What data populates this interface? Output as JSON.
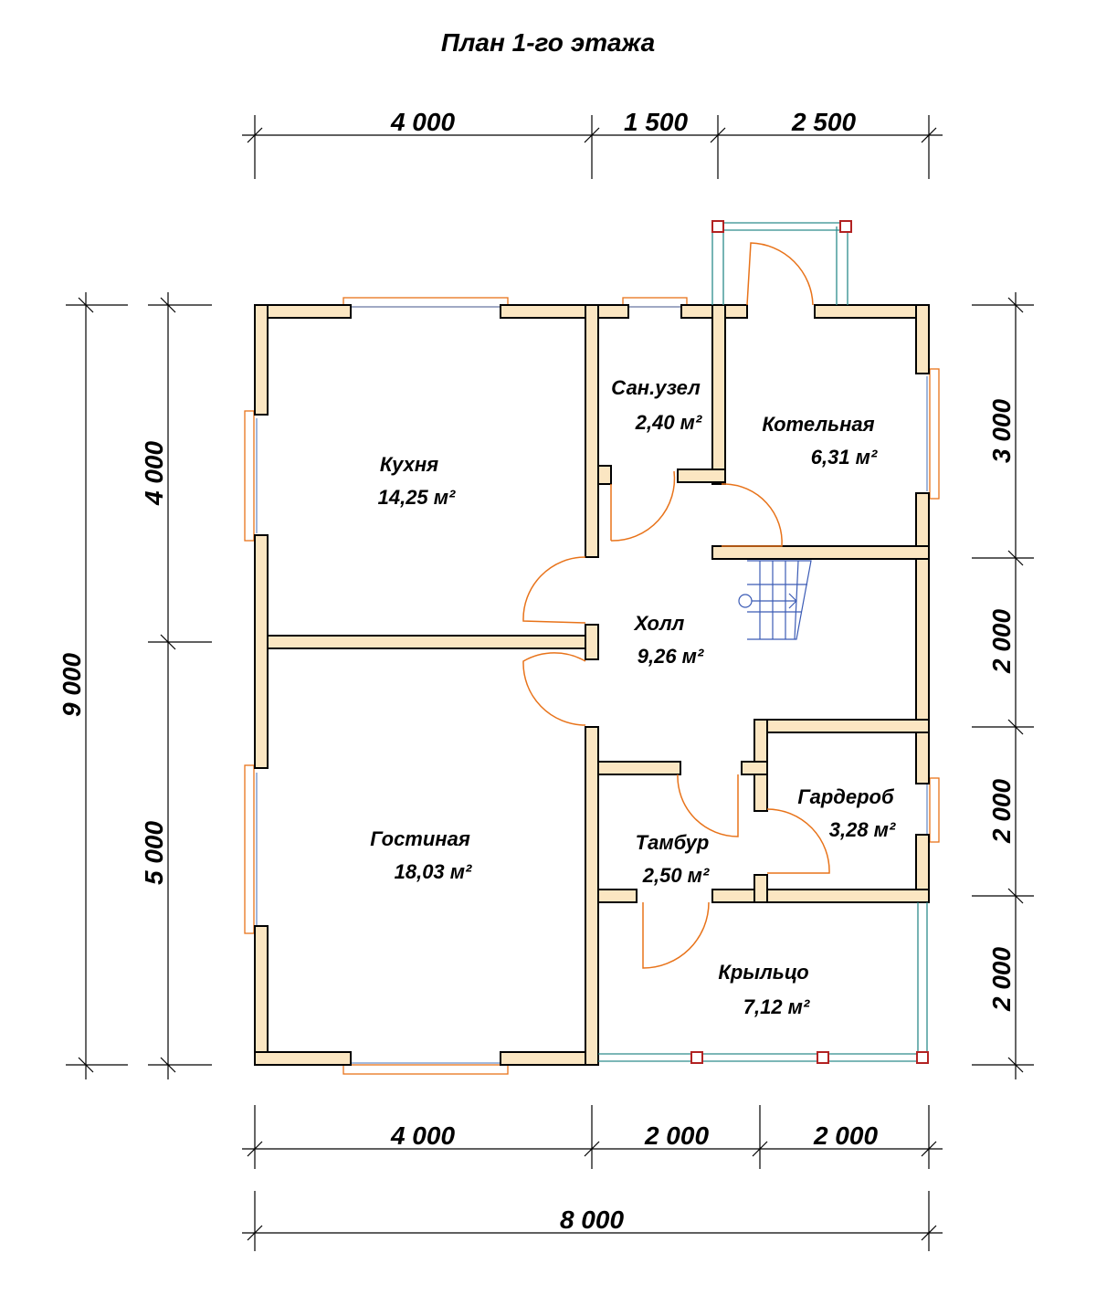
{
  "title": "План 1-го этажа",
  "dimensions": {
    "top": [
      "4 000",
      "1 500",
      "2 500"
    ],
    "bottom": [
      "4 000",
      "2 000",
      "2 000"
    ],
    "total_width": "8 000",
    "left_outer": "9 000",
    "left_inner": [
      "4 000",
      "5 000"
    ],
    "right": [
      "3 000",
      "2 000",
      "2 000",
      "2 000"
    ]
  },
  "rooms": [
    {
      "name": "Кухня",
      "area": "14,25 м²"
    },
    {
      "name": "Сан.узел",
      "area": "2,40 м²"
    },
    {
      "name": "Котельная",
      "area": "6,31 м²"
    },
    {
      "name": "Холл",
      "area": "9,26 м²"
    },
    {
      "name": "Гостиная",
      "area": "18,03 м²"
    },
    {
      "name": "Гардероб",
      "area": "3,28 м²"
    },
    {
      "name": "Тамбур",
      "area": "2,50 м²"
    },
    {
      "name": "Крыльцо",
      "area": "7,12 м²"
    }
  ],
  "colors": {
    "wall": "#fbe6c2",
    "window": "#e8731a",
    "glass": "#6b8fc9",
    "railing": "#2d8c8c",
    "post": "#b22222",
    "stair": "#3b5bb5"
  }
}
